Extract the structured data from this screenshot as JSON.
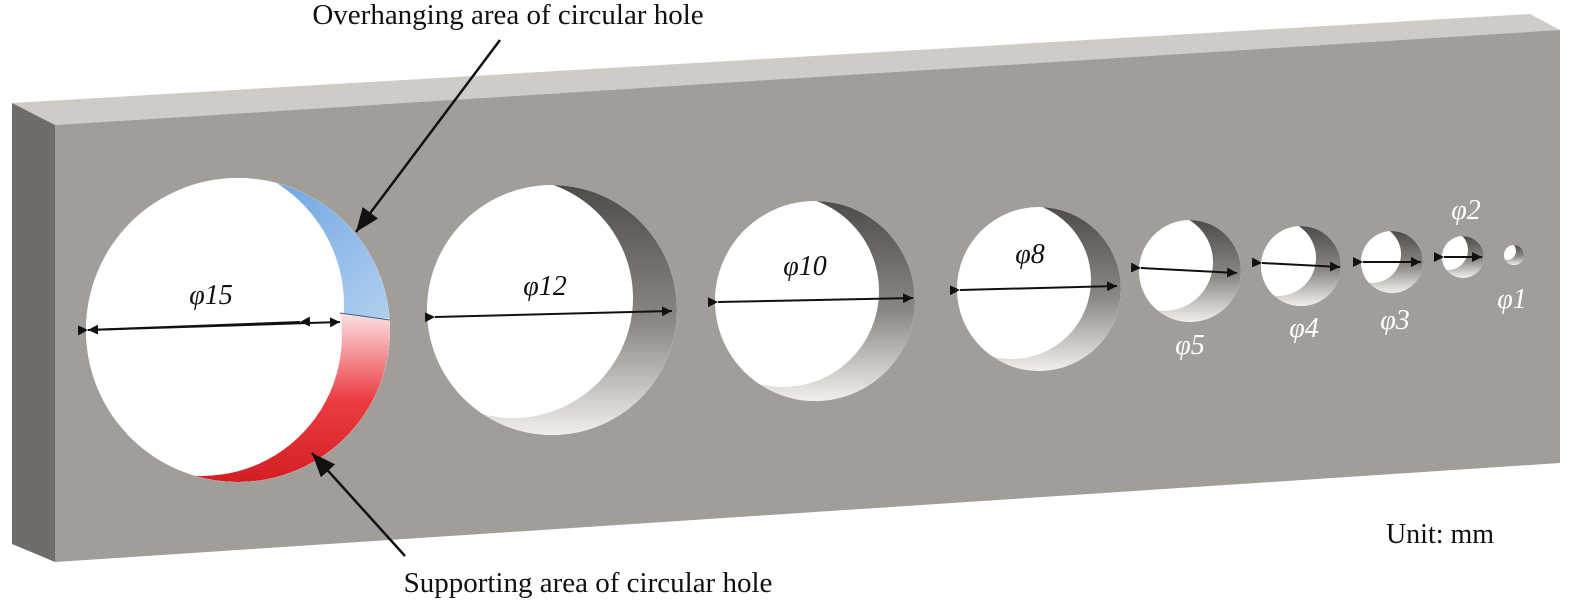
{
  "annotations": {
    "overhanging": "Overhanging area of circular hole",
    "supporting": "Supporting area of circular hole",
    "unit": "Unit: mm"
  },
  "holes": [
    {
      "label": "φ15",
      "diameter_mm": 15
    },
    {
      "label": "φ12",
      "diameter_mm": 12
    },
    {
      "label": "φ10",
      "diameter_mm": 10
    },
    {
      "label": "φ8",
      "diameter_mm": 8
    },
    {
      "label": "φ5",
      "diameter_mm": 5
    },
    {
      "label": "φ4",
      "diameter_mm": 4
    },
    {
      "label": "φ3",
      "diameter_mm": 3
    },
    {
      "label": "φ2",
      "diameter_mm": 2
    },
    {
      "label": "φ1",
      "diameter_mm": 1
    }
  ],
  "colors": {
    "plate_front": "#a19d98",
    "plate_top": "#cfcbc6",
    "plate_side": "#6f6c69",
    "overhang": "#5b9fe0",
    "support": "#e0232a",
    "hole_inner": "#ffffff"
  }
}
